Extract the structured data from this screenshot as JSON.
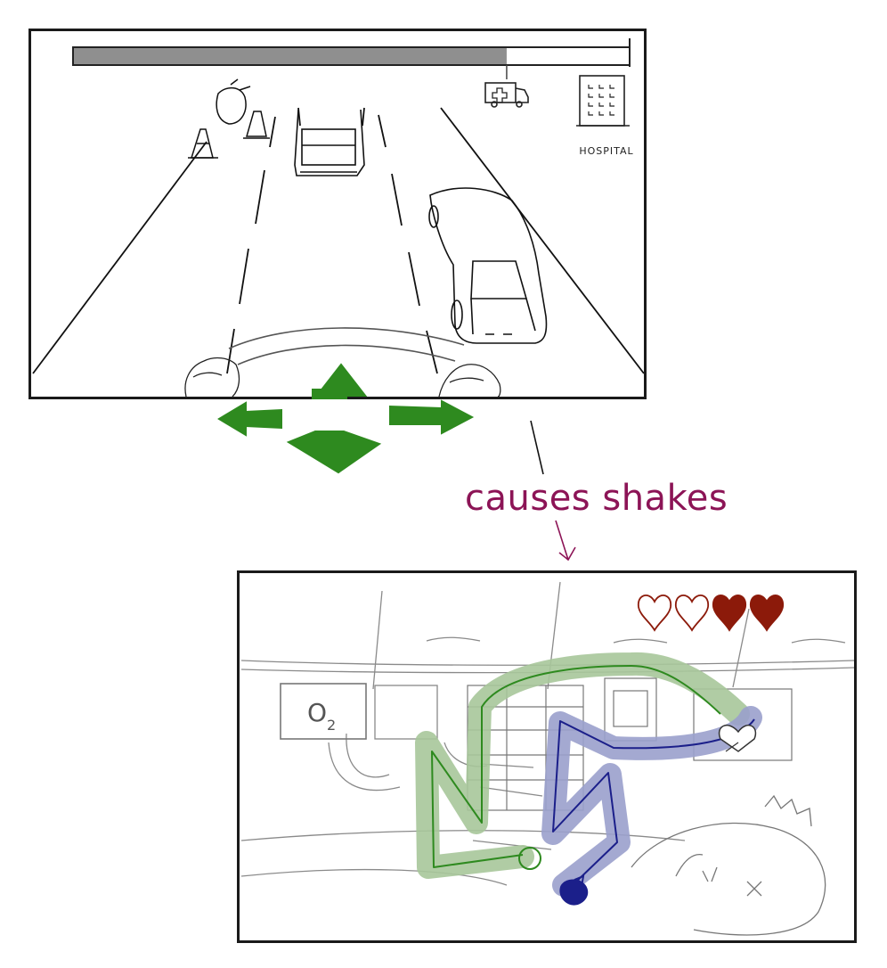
{
  "driving_scene": {
    "progress": 0.78,
    "destination_label": "HOSPITAL",
    "icons": [
      "ambulance-icon",
      "hospital-icon",
      "traffic-cone-icon",
      "car-icon",
      "steering-wheel-icon"
    ],
    "controls": [
      "arrow-up",
      "arrow-down",
      "arrow-left",
      "arrow-right"
    ],
    "control_color": "#2e8a1f"
  },
  "annotation": {
    "text": "causes shakes",
    "color": "#8c1456"
  },
  "ambulance_scene": {
    "oxygen_label": "O",
    "oxygen_subscript": "2",
    "hearts": {
      "total": 4,
      "filled": 2,
      "color": "#8c1a0a"
    },
    "paths": [
      {
        "name": "green-path",
        "color": "#2e8a1f",
        "highlight": "#a7c79a"
      },
      {
        "name": "blue-path",
        "color": "#1b1f8a",
        "highlight": "#9aa0cc"
      }
    ]
  }
}
